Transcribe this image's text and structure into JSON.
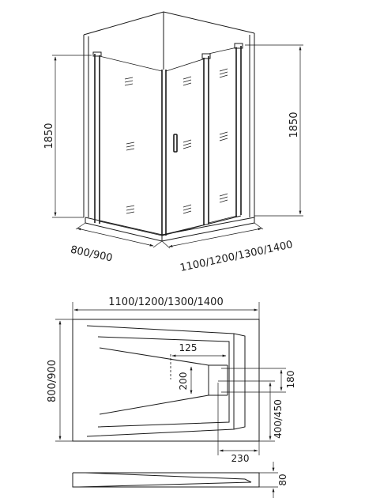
{
  "top_view": {
    "height_left": "1850",
    "height_right": "1850",
    "depth": "800/900",
    "width": "1100/1200/1300/1400"
  },
  "tray_plan": {
    "width": "1100/1200/1300/1400",
    "depth": "800/900",
    "dim_125": "125",
    "dim_200": "200",
    "dim_180": "180",
    "dim_400_450": "400/450",
    "dim_230": "230"
  },
  "tray_section": {
    "height": "80"
  }
}
